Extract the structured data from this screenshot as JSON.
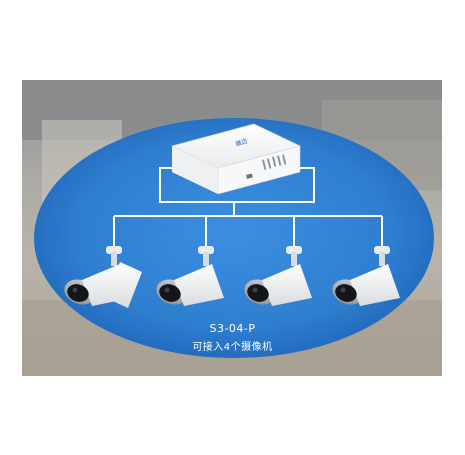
{
  "diagram": {
    "model_label": "S3-04-P",
    "description": "可接入4个摄像机",
    "nvr": {
      "logo_text": "雄迈"
    },
    "camera_count": 4
  },
  "colors": {
    "ellipse_fill": "#2f7fd0",
    "ellipse_edge": "#1e62b3",
    "connector_line": "#ffffff",
    "device_body": "#f4f5f6",
    "lens_ring": "#a7acb1",
    "lens_glass": "#14161a"
  }
}
